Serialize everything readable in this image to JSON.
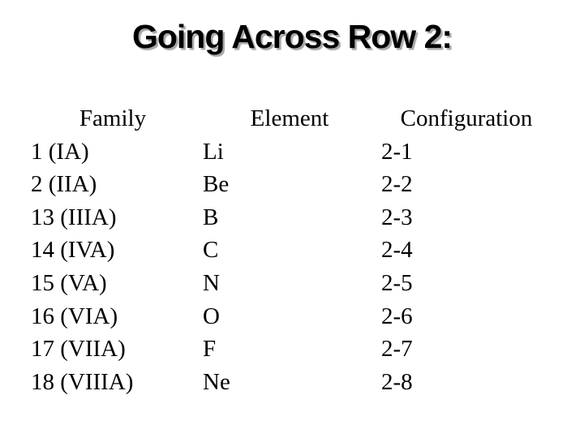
{
  "slide": {
    "title": "Going Across Row 2:",
    "background_color": "#ffffff",
    "text_color": "#000000",
    "title_shadow_color": "#a6a6a6"
  },
  "table": {
    "headers": {
      "family": "Family",
      "element": "Element",
      "configuration": "Configuration"
    },
    "rows": [
      {
        "family": "1 (IA)",
        "element": "Li",
        "configuration": "2-1"
      },
      {
        "family": "2 (IIA)",
        "element": "Be",
        "configuration": "2-2"
      },
      {
        "family": "13 (IIIA)",
        "element": "B",
        "configuration": "2-3"
      },
      {
        "family": "14 (IVA)",
        "element": "C",
        "configuration": "2-4"
      },
      {
        "family": "15 (VA)",
        "element": "N",
        "configuration": "2-5"
      },
      {
        "family": "16 (VIA)",
        "element": "O",
        "configuration": "2-6"
      },
      {
        "family": "17 (VIIA)",
        "element": "F",
        "configuration": "2-7"
      },
      {
        "family": "18 (VIIIA)",
        "element": "Ne",
        "configuration": "2-8"
      }
    ]
  }
}
